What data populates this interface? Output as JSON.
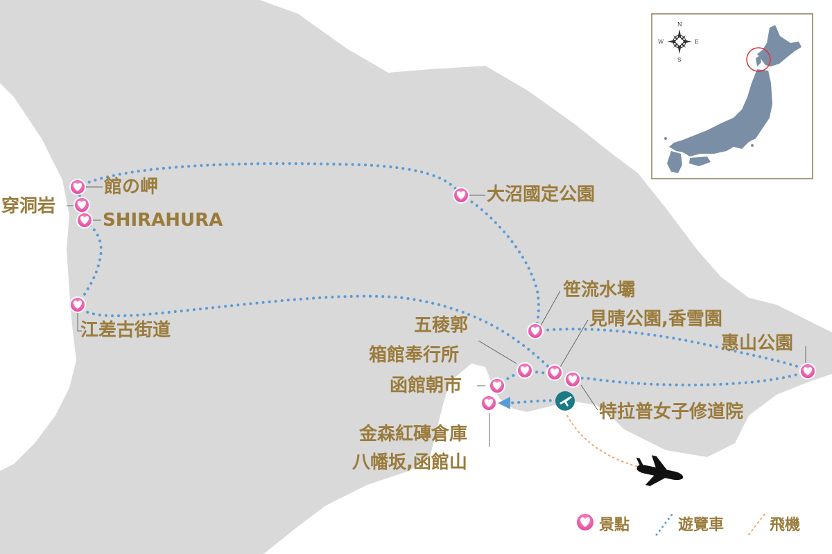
{
  "spots": {
    "tate_no_misaki": "館の岬",
    "ketto_iwa": "穿洞岩",
    "shirahura": "SHIRAHURA",
    "esashi": "江差古街道",
    "onuma": "大沼國定公園",
    "sasanagare": "笹流水壩",
    "goryokaku": "五稜郭",
    "hakodate_bugyosho": "箱館奉行所",
    "miharashi": "見晴公園,香雪園",
    "eshan": "惠山公園",
    "asaichi": "函館朝市",
    "kanemori": "金森紅磚倉庫",
    "hachiman": "八幡坂,函館山",
    "trappistine": "特拉普女子修道院"
  },
  "legend": {
    "spot": "景點",
    "bus": "遊覽車",
    "flight": "飛機"
  },
  "compass": {
    "n": "N",
    "s": "S",
    "e": "E",
    "w": "W"
  },
  "colors": {
    "land": "#d9d9d9",
    "route": "#5b9bd5",
    "flight_route": "#f0a878",
    "label": "#9a7b3c",
    "pin": "#f06cb0",
    "airport": "#1d7a85",
    "inset_land": "#7a8fa6",
    "inset_frame": "#8a7a5a",
    "inset_highlight": "#e03030"
  },
  "icons": [
    "heart-pin-icon",
    "airport-icon",
    "airplane-icon",
    "compass-rose-icon"
  ]
}
